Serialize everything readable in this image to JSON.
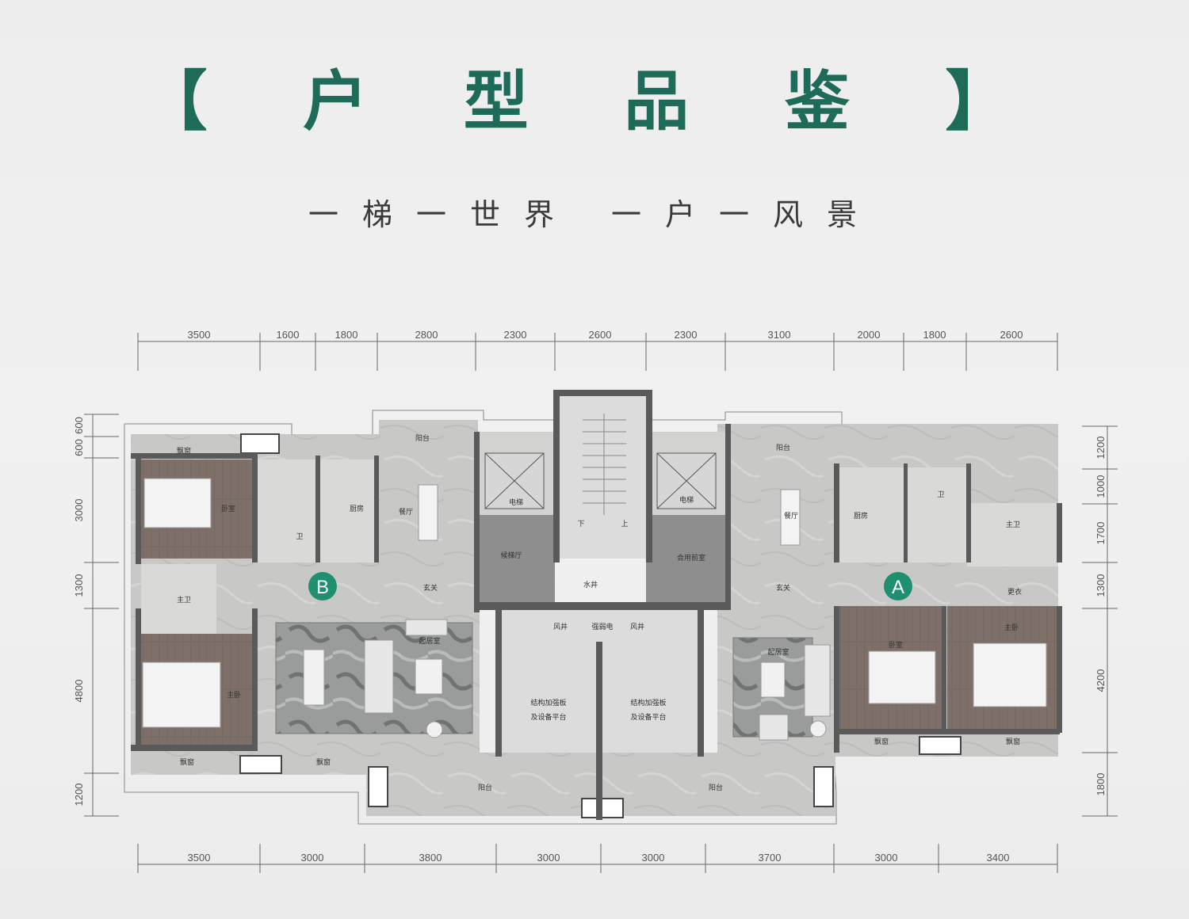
{
  "header": {
    "title": "【 户 型 品 鉴 】",
    "subtitle": "一梯一世界  一户一风景"
  },
  "dimensions": {
    "top": [
      "3500",
      "1600",
      "1800",
      "2800",
      "2300",
      "2600",
      "2300",
      "3100",
      "2000",
      "1800",
      "2600"
    ],
    "bottom": [
      "3500",
      "3000",
      "3800",
      "3000",
      "3000",
      "3700",
      "3000",
      "3400"
    ],
    "left": [
      "600",
      "600",
      "3000",
      "1300",
      "4800",
      "1200"
    ],
    "right": [
      "1200",
      "1000",
      "1700",
      "1300",
      "4200",
      "1800"
    ]
  },
  "units": {
    "a_label": "A",
    "b_label": "B"
  },
  "rooms": {
    "b_bay_window_top": "飘窗",
    "b_bedroom": "卧室",
    "b_bathroom": "卫",
    "b_kitchen": "厨房",
    "b_dining": "餐厅",
    "b_balcony_top": "阳台",
    "b_master_bath": "主卫",
    "b_foyer": "玄关",
    "b_living": "起居室",
    "b_master_bedroom": "主卧",
    "b_bay_window_bottom1": "飘窗",
    "b_bay_window_bottom2": "飘窗",
    "elevator_left": "电梯",
    "elevator_right": "电梯",
    "stair_down": "下",
    "stair_up": "上",
    "elevator_hall": "候梯厅",
    "shared_front_room": "合用前室",
    "water_shaft": "水井",
    "air_shaft_left": "风井",
    "power_room": "强弱电",
    "air_shaft_right": "风井",
    "platform_left_1": "结构加强板",
    "platform_left_2": "及设备平台",
    "platform_right_1": "结构加强板",
    "platform_right_2": "及设备平台",
    "a_balcony_top": "阳台",
    "a_dining": "餐厅",
    "a_kitchen": "厨房",
    "a_bathroom": "卫",
    "a_master_bath": "主卫",
    "a_foyer": "玄关",
    "a_closet": "更衣",
    "a_living": "起居室",
    "a_bedroom": "卧室",
    "a_master_bedroom": "主卧",
    "a_bay_window1": "飘窗",
    "a_bay_window2": "飘窗",
    "balcony_bottom_left": "阳台",
    "balcony_bottom_right": "阳台"
  },
  "colors": {
    "accent": "#1f6b5a",
    "badge": "#1f8f70",
    "wall": "#555555",
    "floor_stone": "#c9c9c7",
    "floor_wood": "#7d6f66"
  }
}
